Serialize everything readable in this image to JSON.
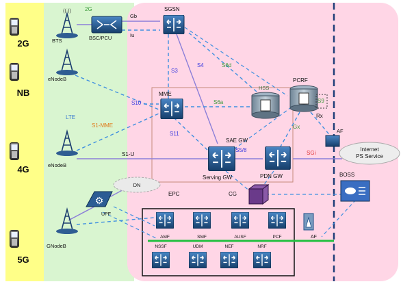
{
  "colors": {
    "gen_band": "#ffff88",
    "access_band": "#d9f5d0",
    "core_band": "#ffd6e6",
    "link_solid": "#8c7fd8",
    "link_dash": "#3f8fe0",
    "iface_blue": "#3a3adf",
    "iface_green": "#3a9a3a",
    "iface_red": "#e03030",
    "iface_orange": "#e07a1a",
    "bus_green": "#22c040",
    "node_blue": "#1c4f88"
  },
  "generations": [
    "2G",
    "NB",
    "4G",
    "5G"
  ],
  "access": {
    "bts": "BTS",
    "bsc": "BSC/PCU",
    "enodeb_nb": "eNodeB",
    "enodeb_lte": "eNodeB",
    "gnodeb": "GNodeB",
    "upf": "UPF",
    "dn": "DN",
    "lte": "LTE",
    "label_2g": "2G"
  },
  "core": {
    "sgsn": "SGSN",
    "mme": "MME",
    "hss": "HSS",
    "pcrf": "PCRF",
    "sae_gw": "SAE GW",
    "serving_gw": "Serving GW",
    "pdn_gw": "PDN GW",
    "epc": "EPC",
    "cg": "CG",
    "af": "AF",
    "internet_line1": "Internet",
    "internet_line2": "PS Service",
    "boss": "BOSS"
  },
  "interfaces": {
    "gb": "Gb",
    "iu": "Iu",
    "s3": "S3",
    "s4": "S4",
    "s6d": "S6d",
    "s6a": "S6a",
    "s9": "S9",
    "s10": "S10",
    "s11": "S11",
    "s1mme": "S1-MME",
    "s1u": "S1-U",
    "s5s8": "S5/8",
    "sgi": "SGi",
    "gx": "Gx",
    "rx": "Rx"
  },
  "nf5g": {
    "top": [
      "AMF",
      "SMF",
      "AUSF",
      "PCF"
    ],
    "bottom": [
      "NSSF",
      "UDM",
      "NEF",
      "NRF"
    ],
    "af": "AF"
  }
}
